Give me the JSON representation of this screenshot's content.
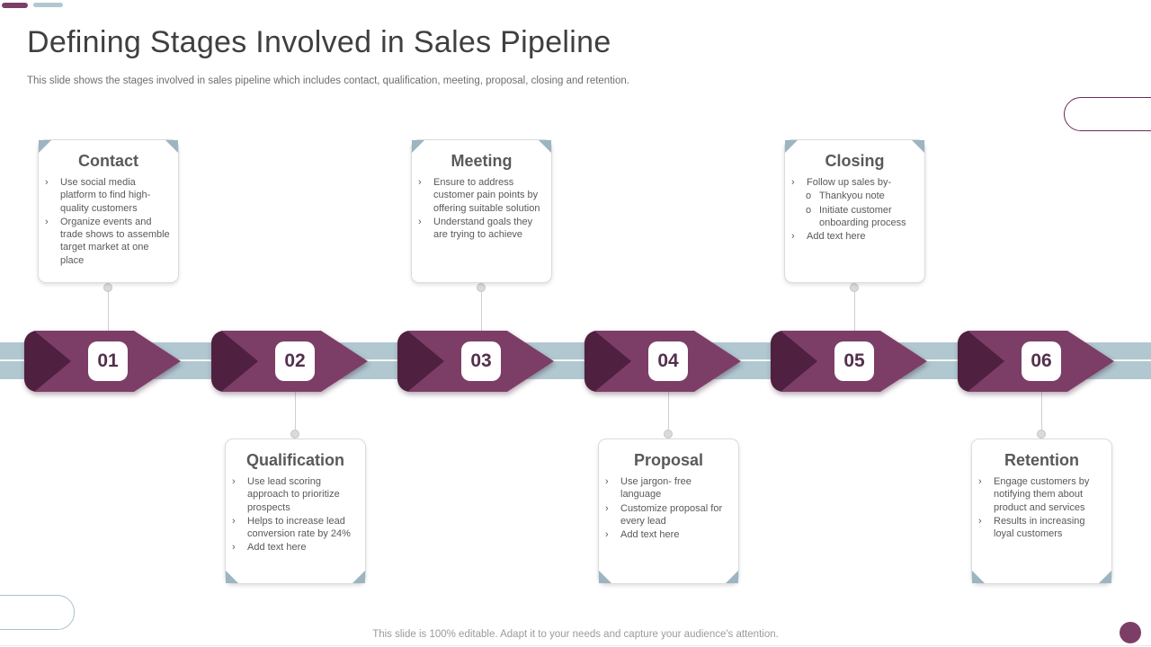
{
  "slide": {
    "title": "Defining Stages Involved in Sales Pipeline",
    "subtitle": "This slide shows the stages involved in sales pipeline which includes contact, qualification, meeting, proposal, closing and retention.",
    "footer": "This slide is 100% editable. Adapt it to your needs and capture your audience's attention."
  },
  "bullets": {
    "l1": "›",
    "l2": "o"
  },
  "colors": {
    "accent_purple": "#7c3e67",
    "fold_purple": "#4f2040",
    "band_blue": "#b1c8d0",
    "card_fold_blue": "#9cb5c0",
    "number_text": "#54304d"
  },
  "stages": [
    {
      "number": "01",
      "title": "Contact",
      "side": "top",
      "bullets": [
        {
          "text": "Use social media platform to find high- quality customers"
        },
        {
          "text": "Organize events and trade shows to assemble target market at one place"
        }
      ]
    },
    {
      "number": "02",
      "title": "Qualification",
      "side": "bottom",
      "bullets": [
        {
          "text": "Use lead scoring approach to prioritize prospects"
        },
        {
          "text": "Helps to increase lead conversion rate by 24%"
        },
        {
          "text": "Add text here"
        }
      ]
    },
    {
      "number": "03",
      "title": "Meeting",
      "side": "top",
      "bullets": [
        {
          "text": "Ensure to address customer pain points by offering suitable solution"
        },
        {
          "text": "Understand goals they are trying to achieve"
        }
      ]
    },
    {
      "number": "04",
      "title": "Proposal",
      "side": "bottom",
      "bullets": [
        {
          "text": "Use jargon- free language"
        },
        {
          "text": "Customize proposal for every lead"
        },
        {
          "text": "Add text here"
        }
      ]
    },
    {
      "number": "05",
      "title": "Closing",
      "side": "top",
      "bullets": [
        {
          "text": "Follow up sales by-",
          "sub": [
            "Thankyou note",
            "Initiate customer onboarding process"
          ]
        },
        {
          "text": "Add text here"
        }
      ]
    },
    {
      "number": "06",
      "title": "Retention",
      "side": "bottom",
      "bullets": [
        {
          "text": "Engage customers by notifying them about product and services"
        },
        {
          "text": "Results in increasing loyal customers"
        }
      ]
    }
  ]
}
